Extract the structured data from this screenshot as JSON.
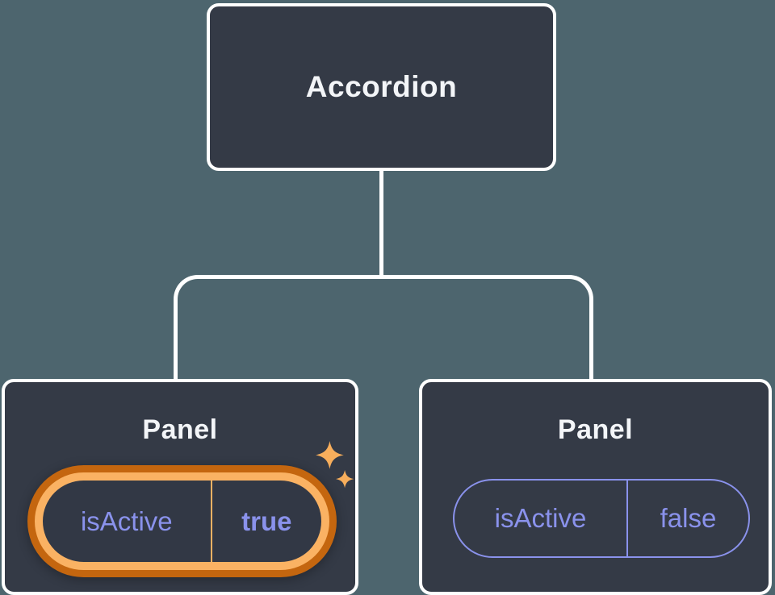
{
  "diagram": {
    "description": "React component tree: Accordion parent with two Panel children holding isActive state",
    "root": {
      "label": "Accordion"
    },
    "children": [
      {
        "label": "Panel",
        "state": {
          "key": "isActive",
          "value": "true",
          "highlighted": true,
          "effect": "sparkle-icon"
        }
      },
      {
        "label": "Panel",
        "state": {
          "key": "isActive",
          "value": "false",
          "highlighted": false
        }
      }
    ]
  },
  "colors": {
    "background": "#4D656E",
    "card": "#343A46",
    "card_border": "#FFFFFF",
    "title_text": "#F3F5F8",
    "purple": "#8A92EC",
    "orange_dark": "#C4660F",
    "orange_light": "#FAB263",
    "sparkle": "#F7AE5C",
    "pill_inner": "#323845"
  }
}
